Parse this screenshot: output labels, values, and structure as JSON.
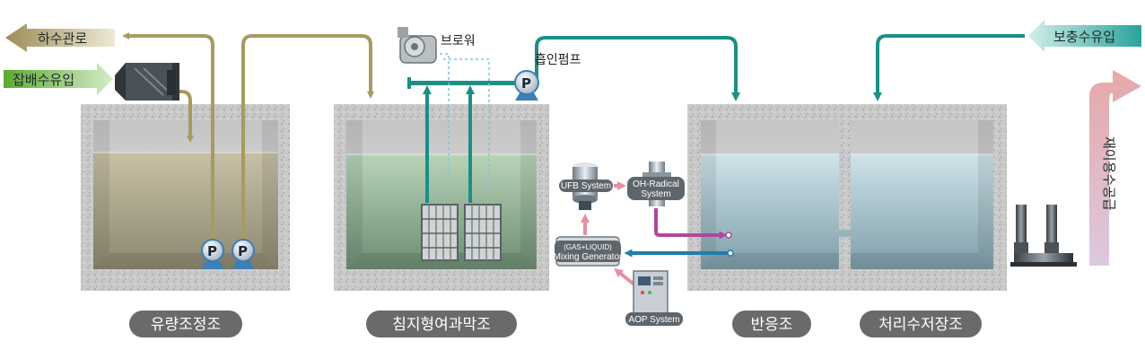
{
  "tanks": {
    "flow_equalization": "유량조정조",
    "submerged_membrane": "침지형여과막조",
    "reaction": "반응조",
    "treated_storage": "처리수저장조"
  },
  "inflows": {
    "sewer_pipe": "하수관로",
    "wastewater_inflow": "잡배수유입",
    "makeup_inflow": "보충수유입",
    "reuse_supply": "재이용수공급"
  },
  "equipment": {
    "blower": "브로워",
    "suction_pump": "흡인펌프",
    "ufb_system": "UFB System",
    "oh_radical_line1": "OH-Radical",
    "oh_radical_line2": "System",
    "mixing_line1": "(GAS+LIQUID)",
    "mixing_line2": "Mixing Generator",
    "aop_system": "AOP System",
    "pump_symbol": "P"
  },
  "colors": {
    "olive_pipe": "#a89a62",
    "teal_pipe": "#1c8f86",
    "blue_pipe": "#1f7ea8",
    "magenta_pipe": "#b0479b",
    "pink_pipe": "#e58fa4",
    "tank_label_bg": "#6a6a6a"
  }
}
